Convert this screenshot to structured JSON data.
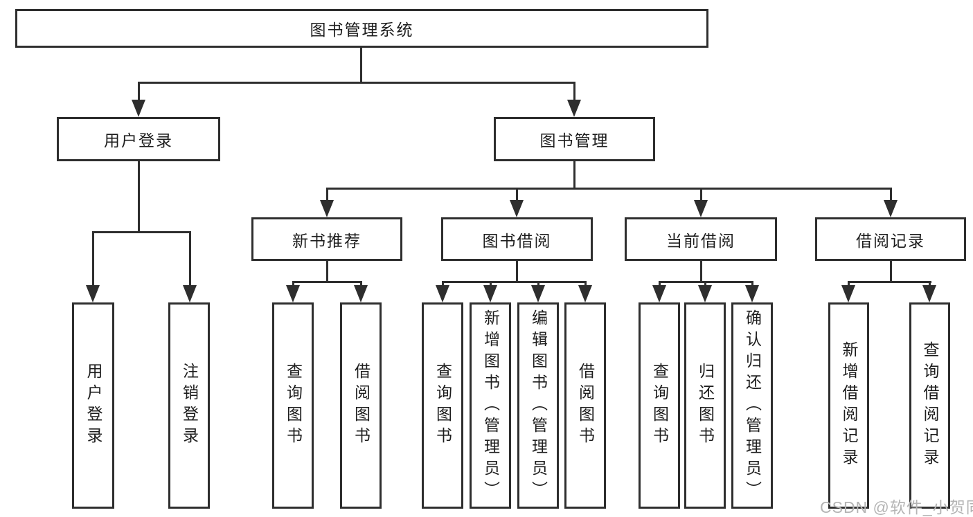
{
  "diagram_title": "图书管理系统",
  "tree": {
    "label": "图书管理系统",
    "children": [
      {
        "label": "用户登录",
        "children": [
          {
            "label": "用户登录"
          },
          {
            "label": "注销登录"
          }
        ]
      },
      {
        "label": "图书管理",
        "children": [
          {
            "label": "新书推荐",
            "children": [
              {
                "label": "查询图书"
              },
              {
                "label": "借阅图书"
              }
            ]
          },
          {
            "label": "图书借阅",
            "children": [
              {
                "label": "查询图书"
              },
              {
                "label": "新增图书（管理员）"
              },
              {
                "label": "编辑图书（管理员）"
              },
              {
                "label": "借阅图书"
              }
            ]
          },
          {
            "label": "当前借阅",
            "children": [
              {
                "label": "查询图书"
              },
              {
                "label": "归还图书"
              },
              {
                "label": "确认归还（管理员）"
              }
            ]
          },
          {
            "label": "借阅记录",
            "children": [
              {
                "label": "新增借阅记录"
              },
              {
                "label": "查询借阅记录"
              }
            ]
          }
        ]
      }
    ]
  },
  "watermark": "CSDN @软件_小贺同学",
  "colors": {
    "line": "#2e2e2e",
    "text": "#1d1d1d",
    "watermark": "#b4b4b4",
    "background": "#ffffff"
  }
}
